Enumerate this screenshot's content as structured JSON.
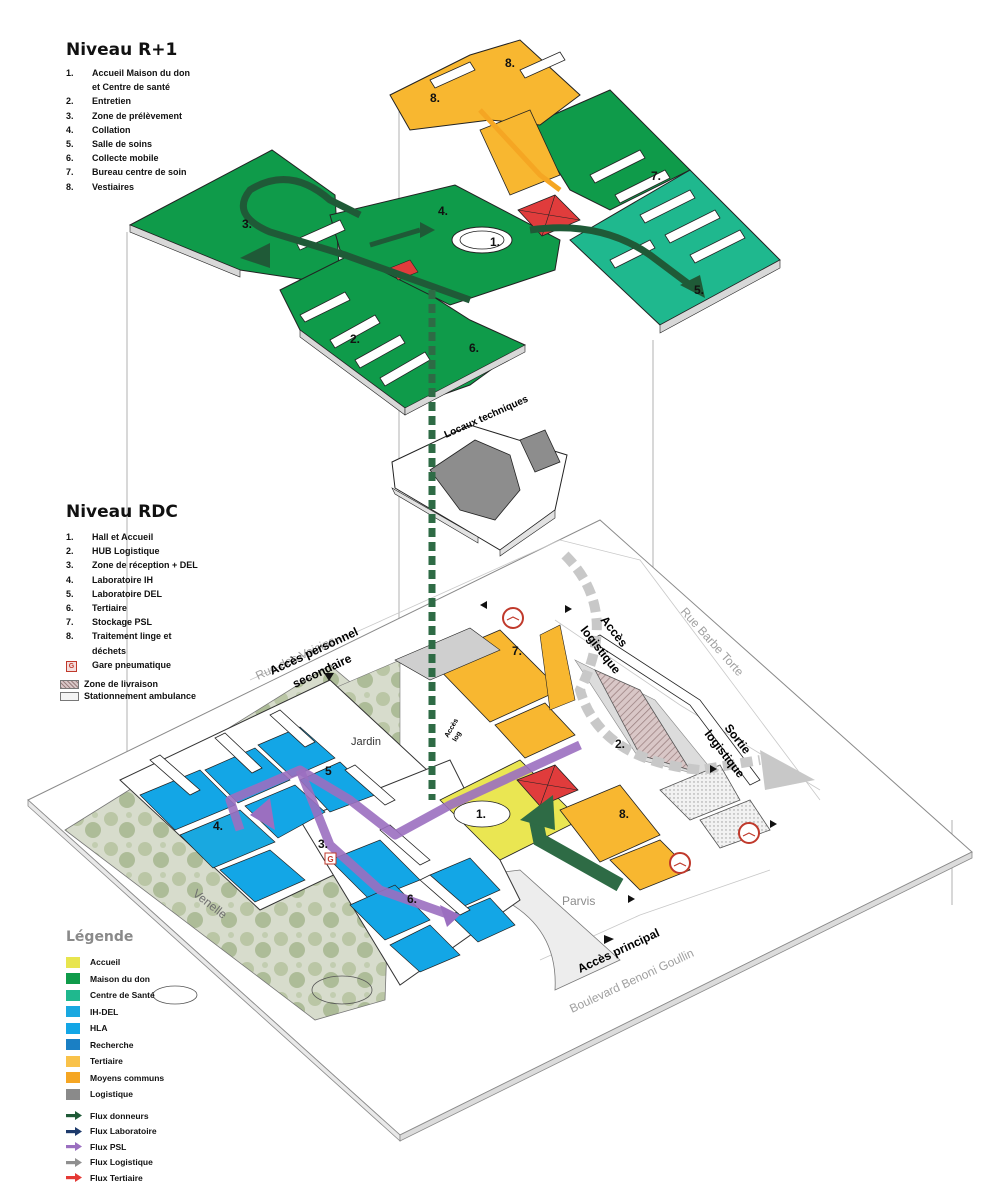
{
  "levels": {
    "r1": {
      "title": "Niveau R+1",
      "items": [
        {
          "num": "1.",
          "lines": [
            "Accueil Maison du don",
            "et Centre de santé"
          ]
        },
        {
          "num": "2.",
          "lines": [
            "Entretien"
          ]
        },
        {
          "num": "3.",
          "lines": [
            "Zone de prélèvement"
          ]
        },
        {
          "num": "4.",
          "lines": [
            "Collation"
          ]
        },
        {
          "num": "5.",
          "lines": [
            "Salle de soins"
          ]
        },
        {
          "num": "6.",
          "lines": [
            "Collecte mobile"
          ]
        },
        {
          "num": "7.",
          "lines": [
            "Bureau centre de soin"
          ]
        },
        {
          "num": "8.",
          "lines": [
            "Vestiaires"
          ]
        }
      ]
    },
    "rdc": {
      "title": "Niveau RDC",
      "items": [
        {
          "num": "1.",
          "lines": [
            "Hall et Accueil"
          ]
        },
        {
          "num": "2.",
          "lines": [
            "HUB Logistique"
          ]
        },
        {
          "num": "3.",
          "lines": [
            "Zone de réception + DEL"
          ]
        },
        {
          "num": "4.",
          "lines": [
            "Laboratoire IH"
          ]
        },
        {
          "num": "5.",
          "lines": [
            "Laboratoire DEL"
          ]
        },
        {
          "num": "6.",
          "lines": [
            "Tertiaire"
          ]
        },
        {
          "num": "7.",
          "lines": [
            "Stockage PSL"
          ]
        },
        {
          "num": "8.",
          "lines": [
            "Traitement linge et",
            "déchets"
          ]
        }
      ],
      "extras": {
        "gare_icon": "G",
        "gare_label": "Gare pneumatique",
        "zone_livraison": "Zone de livraison",
        "stationnement": "Stationnement ambulance"
      }
    }
  },
  "labels": {
    "locaux": "Locaux techniques",
    "rue_voisins": "Rue des Voisins",
    "rue_barbe": "Rue Barbe Torte",
    "boulevard": "Boulevard Benoni Goullin",
    "venelle": "Venelle",
    "parvis": "Parvis",
    "jardin": "Jardin",
    "acces_personnel": [
      "Accès personnel",
      "secondaire"
    ],
    "acces_logistique": [
      "Accès",
      "logistique"
    ],
    "sortie_logistique": [
      "Sortie",
      "logistique"
    ],
    "acces_principal": "Accès principal",
    "acces_log_small": [
      "Accès",
      "log"
    ]
  },
  "plan_numbers_r1": [
    "1.",
    "2.",
    "3.",
    "4.",
    "5.",
    "6.",
    "7.",
    "8.",
    "8."
  ],
  "plan_numbers_rdc": [
    "1.",
    "2.",
    "3.",
    "4.",
    "5",
    "6.",
    "7.",
    "8."
  ],
  "legend": {
    "title": "Légende",
    "items": [
      {
        "label": "Accueil",
        "color": "#e8e54e"
      },
      {
        "label": "Maison du don",
        "color": "#0f9b4a"
      },
      {
        "label": "Centre de Santé",
        "color": "#1fb88e"
      },
      {
        "label": "IH-DEL",
        "color": "#19a8e0"
      },
      {
        "label": "HLA",
        "color": "#13a6e6"
      },
      {
        "label": "Recherche",
        "color": "#1a7fc4"
      },
      {
        "label": "Tertiaire",
        "color": "#f9c24a"
      },
      {
        "label": "Moyens communs",
        "color": "#f5a623"
      },
      {
        "label": "Logistique",
        "color": "#8a8a8a"
      }
    ],
    "flows": [
      {
        "label": "Flux donneurs",
        "color": "#1f5a37"
      },
      {
        "label": "Flux Laboratoire",
        "color": "#1d3a6b"
      },
      {
        "label": "Flux PSL",
        "color": "#9b6fc0"
      },
      {
        "label": "Flux Logistique",
        "color": "#8f8f8f"
      },
      {
        "label": "Flux Tertiaire",
        "color": "#e53935"
      }
    ]
  }
}
